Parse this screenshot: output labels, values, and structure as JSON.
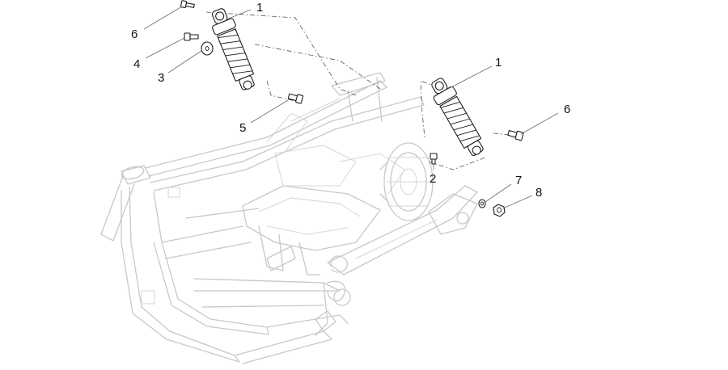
{
  "diagram": {
    "callouts": [
      {
        "id": "c1a",
        "label": "1"
      },
      {
        "id": "c1b",
        "label": "1"
      },
      {
        "id": "c2",
        "label": "2"
      },
      {
        "id": "c3",
        "label": "3"
      },
      {
        "id": "c4",
        "label": "4"
      },
      {
        "id": "c5",
        "label": "5"
      },
      {
        "id": "c6a",
        "label": "6"
      },
      {
        "id": "c6b",
        "label": "6"
      },
      {
        "id": "c7",
        "label": "7"
      },
      {
        "id": "c8",
        "label": "8"
      }
    ]
  }
}
